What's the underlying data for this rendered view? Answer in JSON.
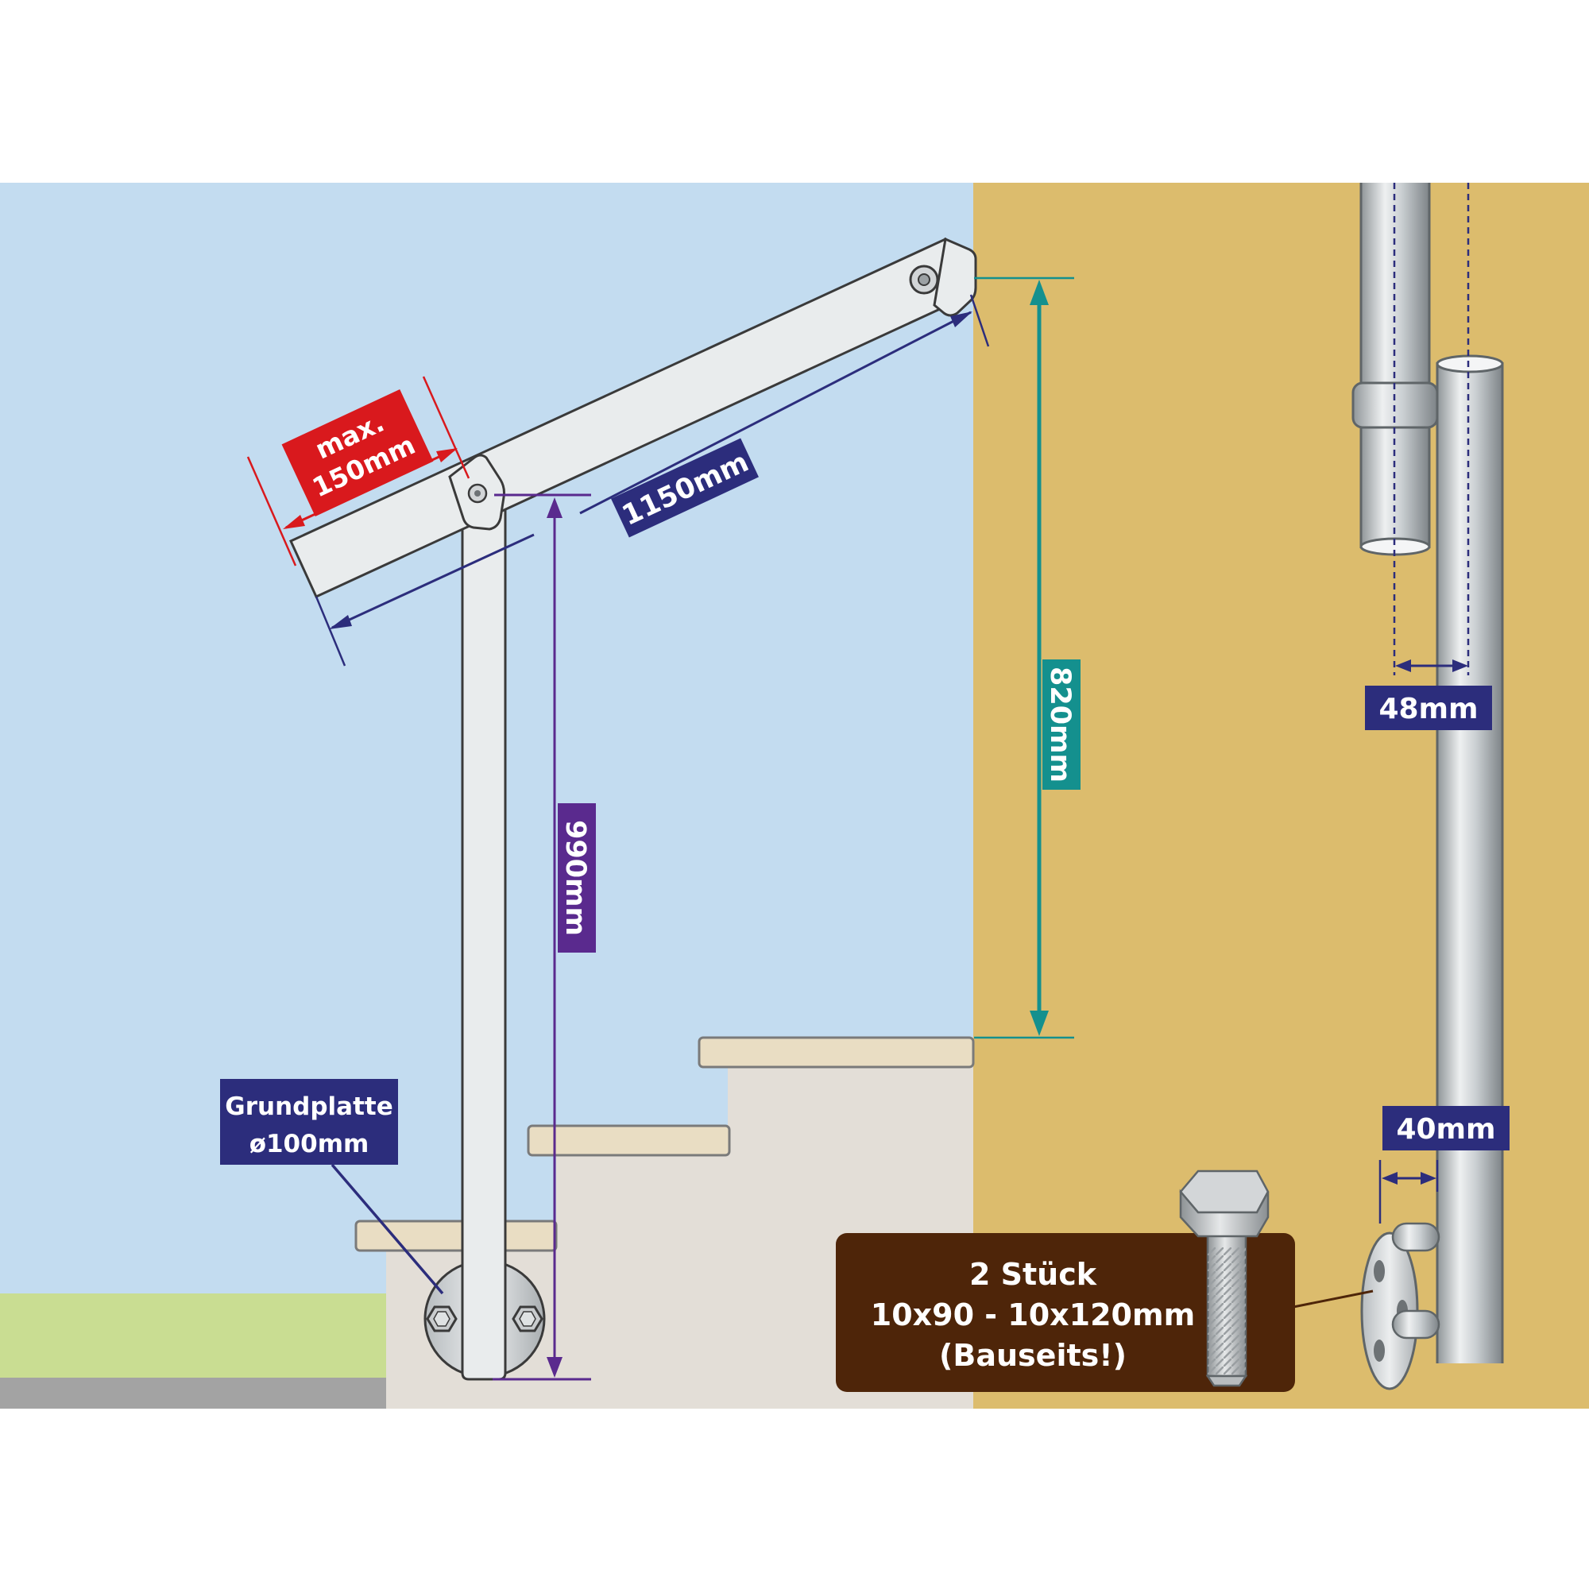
{
  "labels": {
    "max_line1": "max.",
    "max_line2": "150mm",
    "rail_length": "1150mm",
    "post_height": "990mm",
    "rise_height": "820mm",
    "pipe_diameter": "48mm",
    "post_diameter": "40mm",
    "baseplate_line1": "Grundplatte",
    "baseplate_line2": "ø100mm",
    "bolts_line1": "2 Stück",
    "bolts_line2": "10x90 - 10x120mm",
    "bolts_line3": "(Bauseits!)"
  },
  "colors": {
    "sky": "#c3dcf0",
    "wall": "#dcbc6d",
    "grass": "#c9dd92",
    "ground": "#a3a3a3",
    "stair": "#e3ded7",
    "tread": "#e9ddc3",
    "metal": "#e9eced",
    "red_label": "#d9191d",
    "navy_label": "#2c2d7c",
    "purple_label": "#5a2a8e",
    "teal_label": "#14908e",
    "brown_label": "#4e2509"
  }
}
